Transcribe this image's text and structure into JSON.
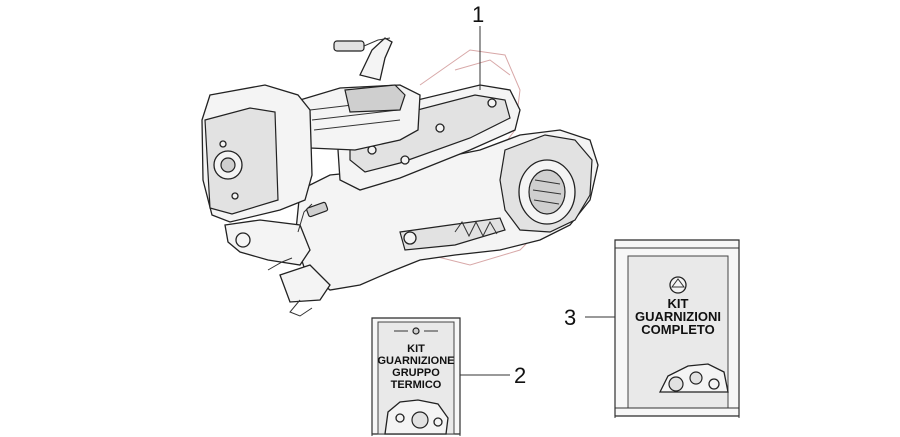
{
  "diagram": {
    "callouts": [
      {
        "id": "1",
        "label": "1"
      },
      {
        "id": "2",
        "label": "2"
      },
      {
        "id": "3",
        "label": "3"
      }
    ],
    "kit_gruppo_termico": {
      "lines": [
        "KIT",
        "GUARNIZIONE",
        "GRUPPO",
        "TERMICO"
      ]
    },
    "kit_completo": {
      "lines": [
        "KIT",
        "GUARNIZIONI",
        "COMPLETO"
      ]
    }
  }
}
